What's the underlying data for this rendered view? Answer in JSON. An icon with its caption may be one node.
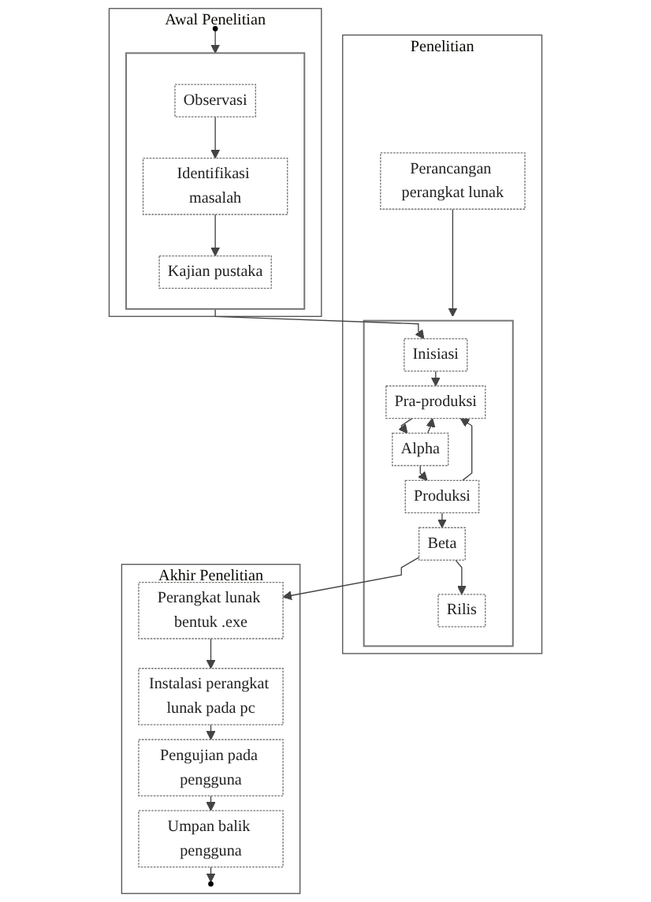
{
  "diagram": {
    "nodes": [
      {
        "text": [
          "Awal Penelitian"
        ]
      },
      {
        "text": [],
        "shape": "circle",
        "in": 0
      },
      {
        "text": [],
        "shape": "box",
        "in": 0
      },
      {
        "text": [
          "Observasi"
        ],
        "in": 2
      },
      {
        "text": [
          "Identifikasi masalah"
        ],
        "in": 2
      },
      {
        "text": [
          "Kajian pustaka"
        ],
        "in": 2
      },
      {
        "text": [
          "Penelitian"
        ]
      },
      {
        "text": [
          "Perancangan perangkat lunak"
        ],
        "in": 6
      },
      {
        "text": [],
        "shape": "box",
        "in": 6
      },
      {
        "text": [
          "Inisiasi"
        ],
        "in": 8
      },
      {
        "text": [
          "Pra-produksi"
        ],
        "in": 8
      },
      {
        "text": [
          "Alpha"
        ],
        "in": 8
      },
      {
        "text": [
          "Produksi"
        ],
        "in": 8
      },
      {
        "text": [
          "Beta"
        ],
        "in": 8
      },
      {
        "text": [
          "Rilis"
        ],
        "in": 8
      },
      {
        "text": [
          "Akhir Penelitian"
        ]
      },
      {
        "text": [
          "Perangkat lunak bentuk .exe"
        ],
        "in": 15
      },
      {
        "text": [
          "Instalasi perangkat lunak pada pc"
        ],
        "in": 15
      },
      {
        "text": [
          "Pengujian pada pengguna"
        ],
        "in": 15
      },
      {
        "text": [
          "Umpan balik pengguna"
        ],
        "in": 15
      },
      {
        "text": [],
        "shape": "circle",
        "in": 15
      }
    ],
    "edges": [
      {
        "from": 1,
        "to": 2,
        "arrow": "to"
      },
      {
        "from": 3,
        "to": 4,
        "arrow": "to"
      },
      {
        "from": 4,
        "to": 5,
        "arrow": "to"
      },
      {
        "from": 2,
        "to": 9,
        "arrow": "to"
      },
      {
        "from": 7,
        "to": 8,
        "arrow": "to"
      },
      {
        "from": 9,
        "to": 10,
        "arrow": "to"
      },
      {
        "from": 10,
        "to": 11,
        "arrow": "to"
      },
      {
        "from": 11,
        "to": 10,
        "arrow": "to"
      },
      {
        "from": 11,
        "to": 12,
        "arrow": "to"
      },
      {
        "from": 12,
        "to": 10,
        "arrow": "to"
      },
      {
        "from": 12,
        "to": 13,
        "arrow": "to"
      },
      {
        "from": 13,
        "to": 14,
        "arrow": "to"
      },
      {
        "from": 13,
        "to": 16,
        "arrow": "to"
      },
      {
        "from": 16,
        "to": 17,
        "arrow": "to"
      },
      {
        "from": 17,
        "to": 18,
        "arrow": "to"
      },
      {
        "from": 18,
        "to": 19,
        "arrow": "to"
      },
      {
        "from": 19,
        "to": 20,
        "arrow": "to"
      }
    ]
  }
}
